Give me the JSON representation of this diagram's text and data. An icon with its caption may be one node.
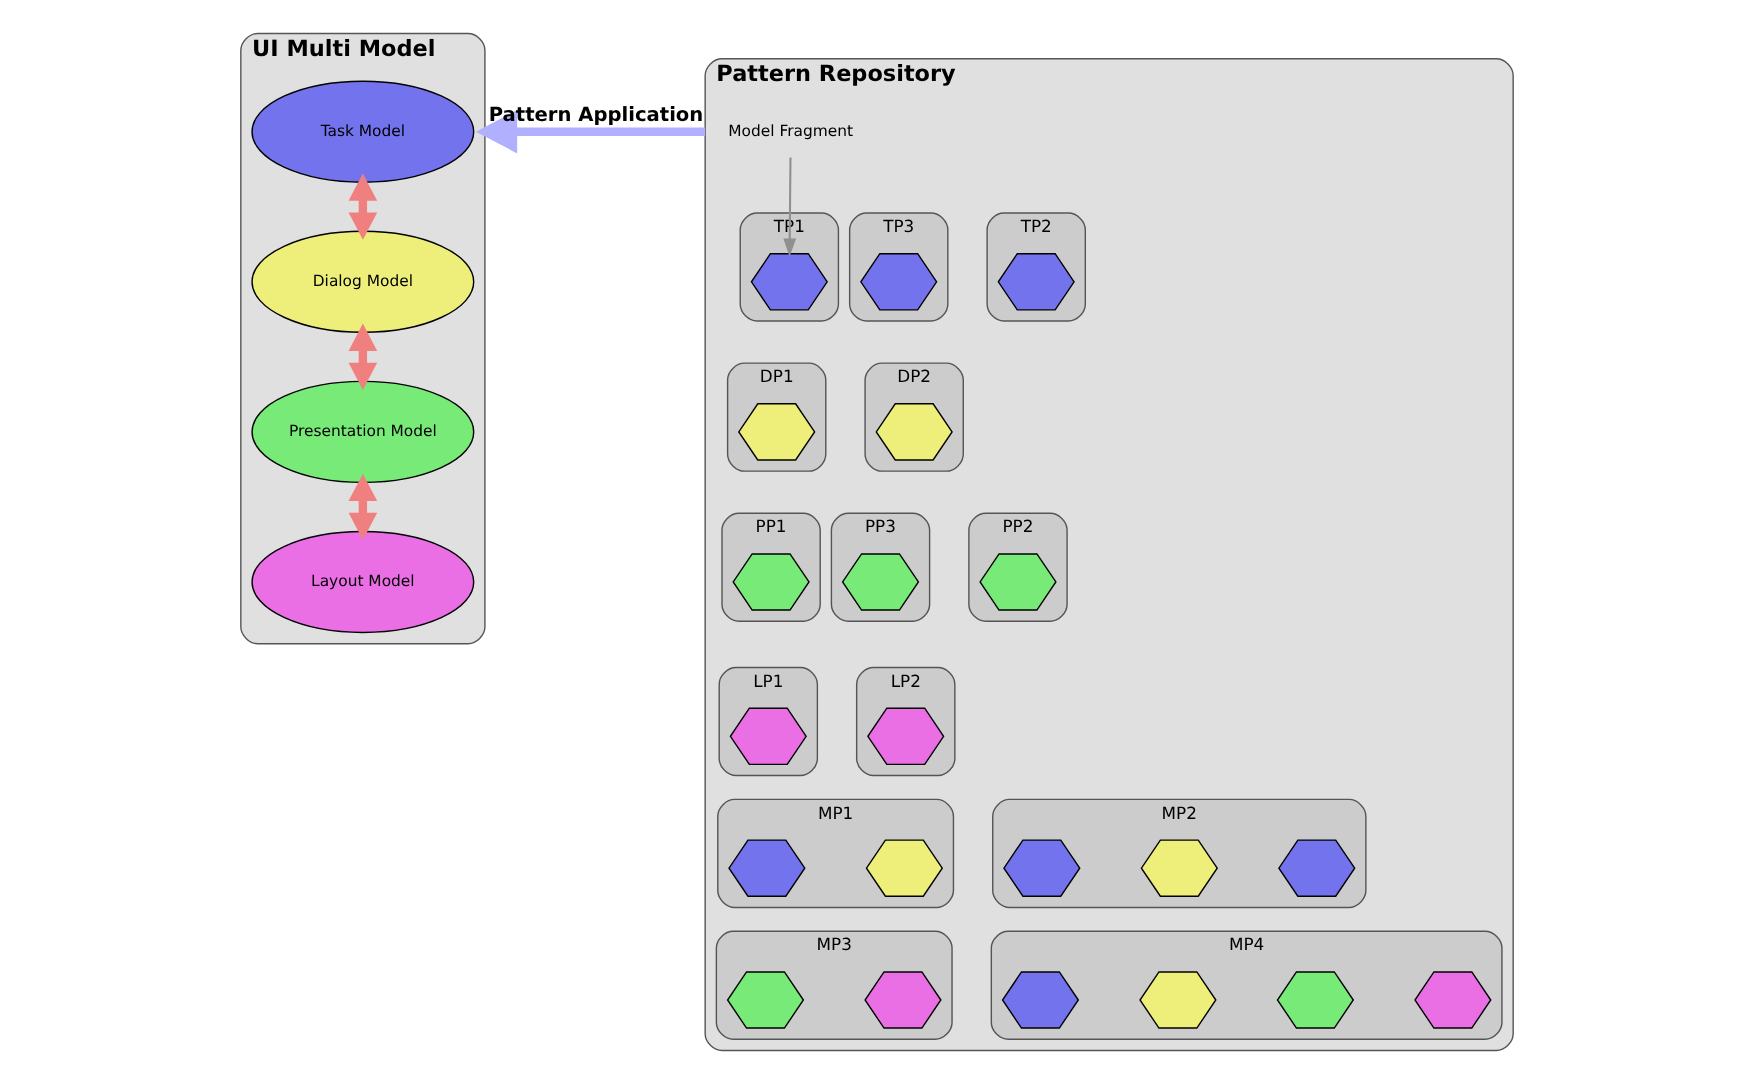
{
  "diagram": {
    "nodes": [
      {
        "text": [
          "UI Multi Model"
        ]
      },
      {
        "text": [
          "Task Model"
        ],
        "in": 0
      },
      {
        "text": [
          "Dialog Model"
        ],
        "in": 0
      },
      {
        "text": [
          "Presentation Model"
        ],
        "in": 0
      },
      {
        "text": [
          "Layout Model"
        ],
        "in": 0
      },
      {
        "text": [
          "Pattern Repository"
        ]
      },
      {
        "text": [
          "Model Fragment"
        ],
        "in": 5
      },
      {
        "text": [
          "TP1"
        ],
        "in": 5
      },
      {
        "text": [],
        "shape": "hexagon",
        "in": 7
      },
      {
        "text": [
          "TP2"
        ],
        "in": 5
      },
      {
        "text": [],
        "shape": "hexagon",
        "in": 9
      },
      {
        "text": [
          "TP3"
        ],
        "in": 5
      },
      {
        "text": [],
        "shape": "hexagon",
        "in": 11
      },
      {
        "text": [
          "DP1"
        ],
        "in": 5
      },
      {
        "text": [],
        "shape": "hexagon",
        "in": 13
      },
      {
        "text": [
          "DP2"
        ],
        "in": 5
      },
      {
        "text": [],
        "shape": "hexagon",
        "in": 15
      },
      {
        "text": [
          "PP1"
        ],
        "in": 5
      },
      {
        "text": [],
        "shape": "hexagon",
        "in": 17
      },
      {
        "text": [
          "PP2"
        ],
        "in": 5
      },
      {
        "text": [],
        "shape": "hexagon",
        "in": 19
      },
      {
        "text": [
          "PP3"
        ],
        "in": 5
      },
      {
        "text": [],
        "shape": "hexagon",
        "in": 21
      },
      {
        "text": [
          "LP1"
        ],
        "in": 5
      },
      {
        "text": [],
        "shape": "hexagon",
        "in": 23
      },
      {
        "text": [
          "LP2"
        ],
        "in": 5
      },
      {
        "text": [],
        "shape": "hexagon",
        "in": 25
      },
      {
        "text": [
          "MP1"
        ],
        "in": 5
      },
      {
        "text": [],
        "shape": "hexagon",
        "in": 27
      },
      {
        "text": [],
        "shape": "hexagon",
        "in": 27
      },
      {
        "text": [
          "MP2"
        ],
        "in": 5
      },
      {
        "text": [],
        "shape": "hexagon",
        "in": 30
      },
      {
        "text": [],
        "shape": "hexagon",
        "in": 30
      },
      {
        "text": [],
        "shape": "hexagon",
        "in": 30
      },
      {
        "text": [
          "MP3"
        ],
        "in": 5
      },
      {
        "text": [],
        "shape": "hexagon",
        "in": 34
      },
      {
        "text": [],
        "shape": "hexagon",
        "in": 34
      },
      {
        "text": [
          "MP4"
        ],
        "in": 5
      },
      {
        "text": [],
        "shape": "hexagon",
        "in": 37
      },
      {
        "text": [],
        "shape": "hexagon",
        "in": 37
      },
      {
        "text": [],
        "shape": "hexagon",
        "in": 37
      },
      {
        "text": [],
        "shape": "hexagon",
        "in": 37
      }
    ],
    "edges": [
      {
        "from": 1,
        "to": 2,
        "arrow": "both",
        "color": "#f08080"
      },
      {
        "from": 2,
        "to": 3,
        "arrow": "both",
        "color": "#f08080"
      },
      {
        "from": 3,
        "to": 4,
        "arrow": "both",
        "color": "#f08080"
      },
      {
        "from": 6,
        "to": 8,
        "arrow": "to",
        "color": "#909090"
      },
      {
        "from": 5,
        "to": 0,
        "arrow": "to",
        "label": "Pattern Application",
        "color": "#b0b0ff"
      }
    ]
  }
}
